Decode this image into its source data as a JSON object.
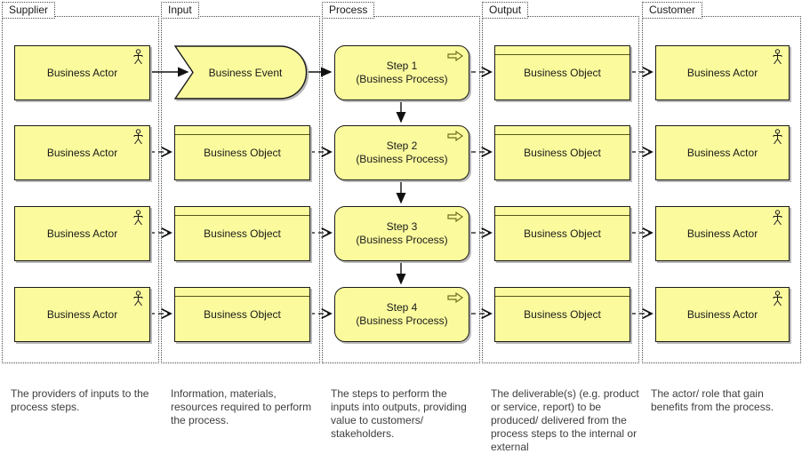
{
  "diagram": {
    "columns": [
      {
        "label": "Supplier",
        "description": "The providers of inputs to the process steps.",
        "items": [
          {
            "type": "business-actor",
            "label": "Business Actor"
          },
          {
            "type": "business-actor",
            "label": "Business Actor"
          },
          {
            "type": "business-actor",
            "label": "Business Actor"
          },
          {
            "type": "business-actor",
            "label": "Business Actor"
          }
        ]
      },
      {
        "label": "Input",
        "description": "Information, materials, resources required to perform the process.",
        "items": [
          {
            "type": "business-event",
            "label": "Business Event"
          },
          {
            "type": "business-object",
            "label": "Business Object"
          },
          {
            "type": "business-object",
            "label": "Business Object"
          },
          {
            "type": "business-object",
            "label": "Business Object"
          }
        ]
      },
      {
        "label": "Process",
        "description": "The steps to perform the inputs into outputs, providing value to customers/ stakeholders.",
        "items": [
          {
            "type": "business-process",
            "title": "Step 1",
            "subtitle": "(Business Process)"
          },
          {
            "type": "business-process",
            "title": "Step 2",
            "subtitle": "(Business Process)"
          },
          {
            "type": "business-process",
            "title": "Step 3",
            "subtitle": "(Business Process)"
          },
          {
            "type": "business-process",
            "title": "Step 4",
            "subtitle": "(Business Process)"
          }
        ]
      },
      {
        "label": "Output",
        "description": "The deliverable(s) (e.g. product or service, report) to be produced/ delivered from the process steps to the internal or external",
        "items": [
          {
            "type": "business-object",
            "label": "Business Object"
          },
          {
            "type": "business-object",
            "label": "Business Object"
          },
          {
            "type": "business-object",
            "label": "Business Object"
          },
          {
            "type": "business-object",
            "label": "Business Object"
          }
        ]
      },
      {
        "label": "Customer",
        "description": "The actor/ role that gain benefits from the process.",
        "items": [
          {
            "type": "business-actor",
            "label": "Business Actor"
          },
          {
            "type": "business-actor",
            "label": "Business Actor"
          },
          {
            "type": "business-actor",
            "label": "Business Actor"
          },
          {
            "type": "business-actor",
            "label": "Business Actor"
          }
        ]
      }
    ],
    "colors": {
      "shape_fill": "#fbfb9e",
      "shape_border": "#1a1a1a",
      "frame_border": "#4d4d4d",
      "shadow": "#b9b9b9",
      "description_text": "#3d3d3d"
    }
  }
}
